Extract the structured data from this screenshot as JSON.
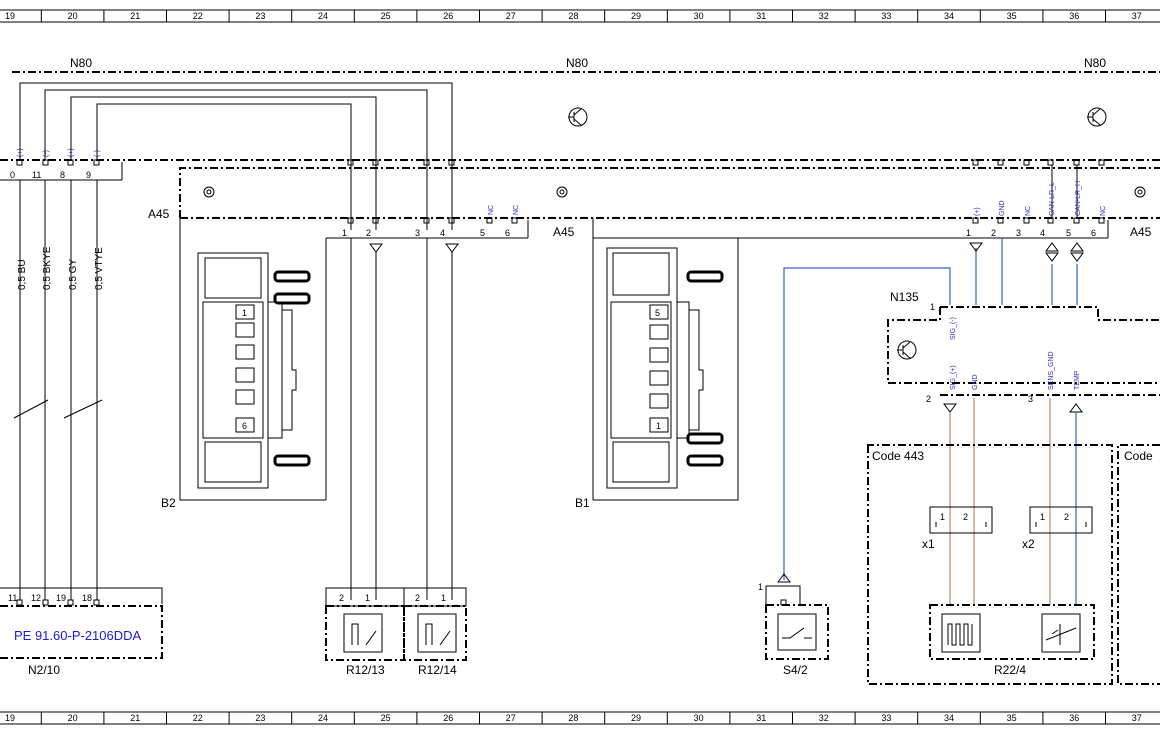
{
  "ruler": [
    "19",
    "20",
    "21",
    "22",
    "23",
    "24",
    "25",
    "26",
    "27",
    "28",
    "29",
    "30",
    "31",
    "32",
    "33",
    "34",
    "35",
    "36",
    "37"
  ],
  "components": {
    "n80_left": "N80",
    "n80_mid": "N80",
    "n80_right": "N80",
    "a45_left": "A45",
    "a45_mid": "A45",
    "a45_right": "A45",
    "b2": "B2",
    "b1": "B1",
    "n135": "N135",
    "n2_10": "N2/10",
    "r12_13": "R12/13",
    "r12_14": "R12/14",
    "s4_2": "S4/2",
    "r22_4": "R22/4",
    "code443": "Code 443",
    "code_right": "Code",
    "x1": "x1",
    "x2": "x2"
  },
  "link_text": "PE 91.60-P-2106DDA",
  "wires": [
    "0,5 BU",
    "0,5 BKYE",
    "0,5 GY",
    "0,5 VTYE"
  ],
  "top_pin_signals": [
    "(+)",
    "(-)",
    "(+)",
    "(-)"
  ],
  "top_pin_numbers": [
    "0",
    "11",
    "8",
    "9"
  ],
  "a45_left_pins": [
    "1",
    "2",
    "3",
    "4",
    "5",
    "6"
  ],
  "a45_left_nc": [
    "NC",
    "NC"
  ],
  "a45_right_pins": [
    "1",
    "2",
    "3",
    "4",
    "5",
    "6"
  ],
  "a45_right_signals": [
    "(+)",
    "GND",
    "NC",
    "CAN-LR_L",
    "CAN-LR_H",
    "NC"
  ],
  "n135_signals": [
    "SIG_(-)",
    "SIG_(+)",
    "GND",
    "SENS_GND",
    "TEMP"
  ],
  "n135_pins": [
    "1",
    "2",
    "3"
  ],
  "n2_10_pins": [
    "11",
    "12",
    "19",
    "18"
  ],
  "r12_13_pins": [
    "2",
    "1"
  ],
  "r12_14_pins": [
    "2",
    "1"
  ],
  "s4_2_pin": "1",
  "x1_pins": [
    "1",
    "2"
  ],
  "x2_pins": [
    "1",
    "2"
  ],
  "b2_connector_labels": [
    "1",
    "6"
  ],
  "b1_connector_labels": [
    "5",
    "1"
  ]
}
